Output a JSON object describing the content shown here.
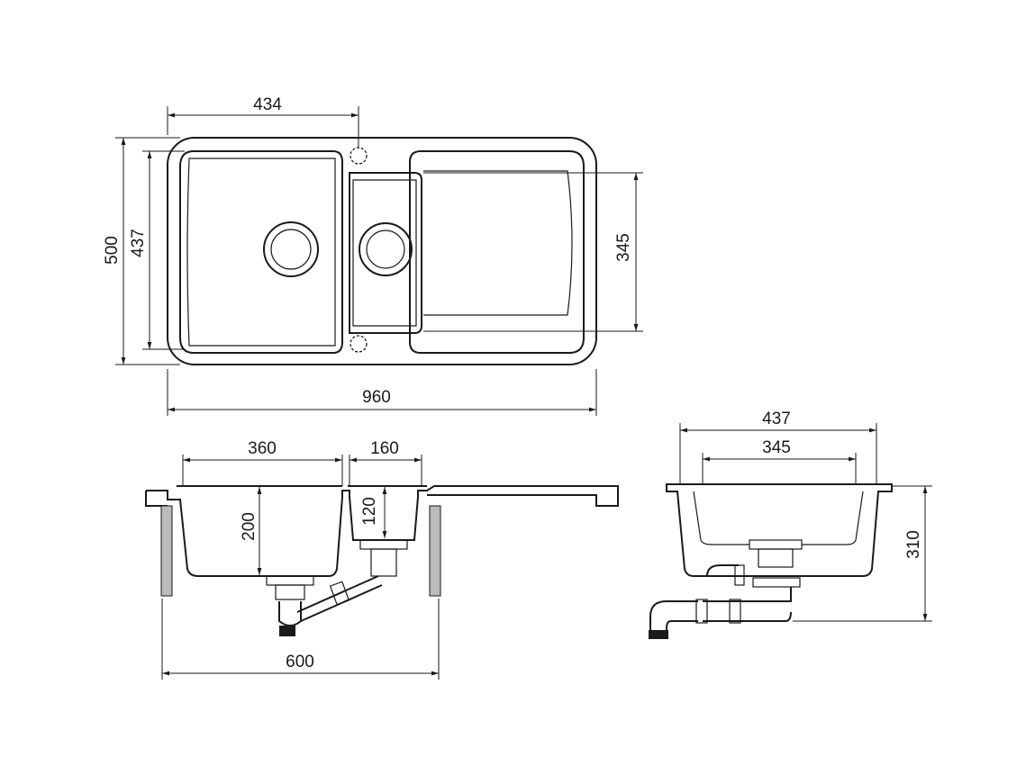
{
  "top_view": {
    "dim_tap_hole_offset": "434",
    "dim_total_depth": "500",
    "dim_bowl_depth": "437",
    "dim_drainer_depth": "345",
    "dim_total_width": "960"
  },
  "front_section": {
    "dim_main_bowl_width": "360",
    "dim_small_bowl_width": "160",
    "dim_main_bowl_height": "200",
    "dim_small_bowl_height": "120",
    "dim_cabinet_width": "600"
  },
  "side_section": {
    "dim_outer_depth": "437",
    "dim_inner_depth": "345",
    "dim_total_height": "310"
  }
}
